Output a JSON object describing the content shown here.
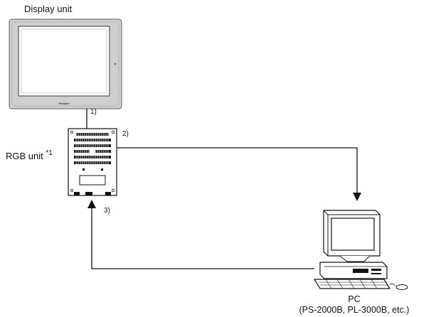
{
  "labels": {
    "display_unit": "Display unit",
    "rgb_unit": "RGB unit",
    "rgb_unit_note": "*1",
    "pc": "PC",
    "pc_models": "(PS-2000B, PL-3000B, etc.)",
    "logo": "Proface"
  },
  "connections": {
    "c1": "1)",
    "c2": "2)",
    "c3": "3)"
  },
  "colors": {
    "line": "#111111",
    "frame": "#c9c9c9",
    "frame_dark": "#9a9a9a",
    "screen": "#ffffff"
  }
}
